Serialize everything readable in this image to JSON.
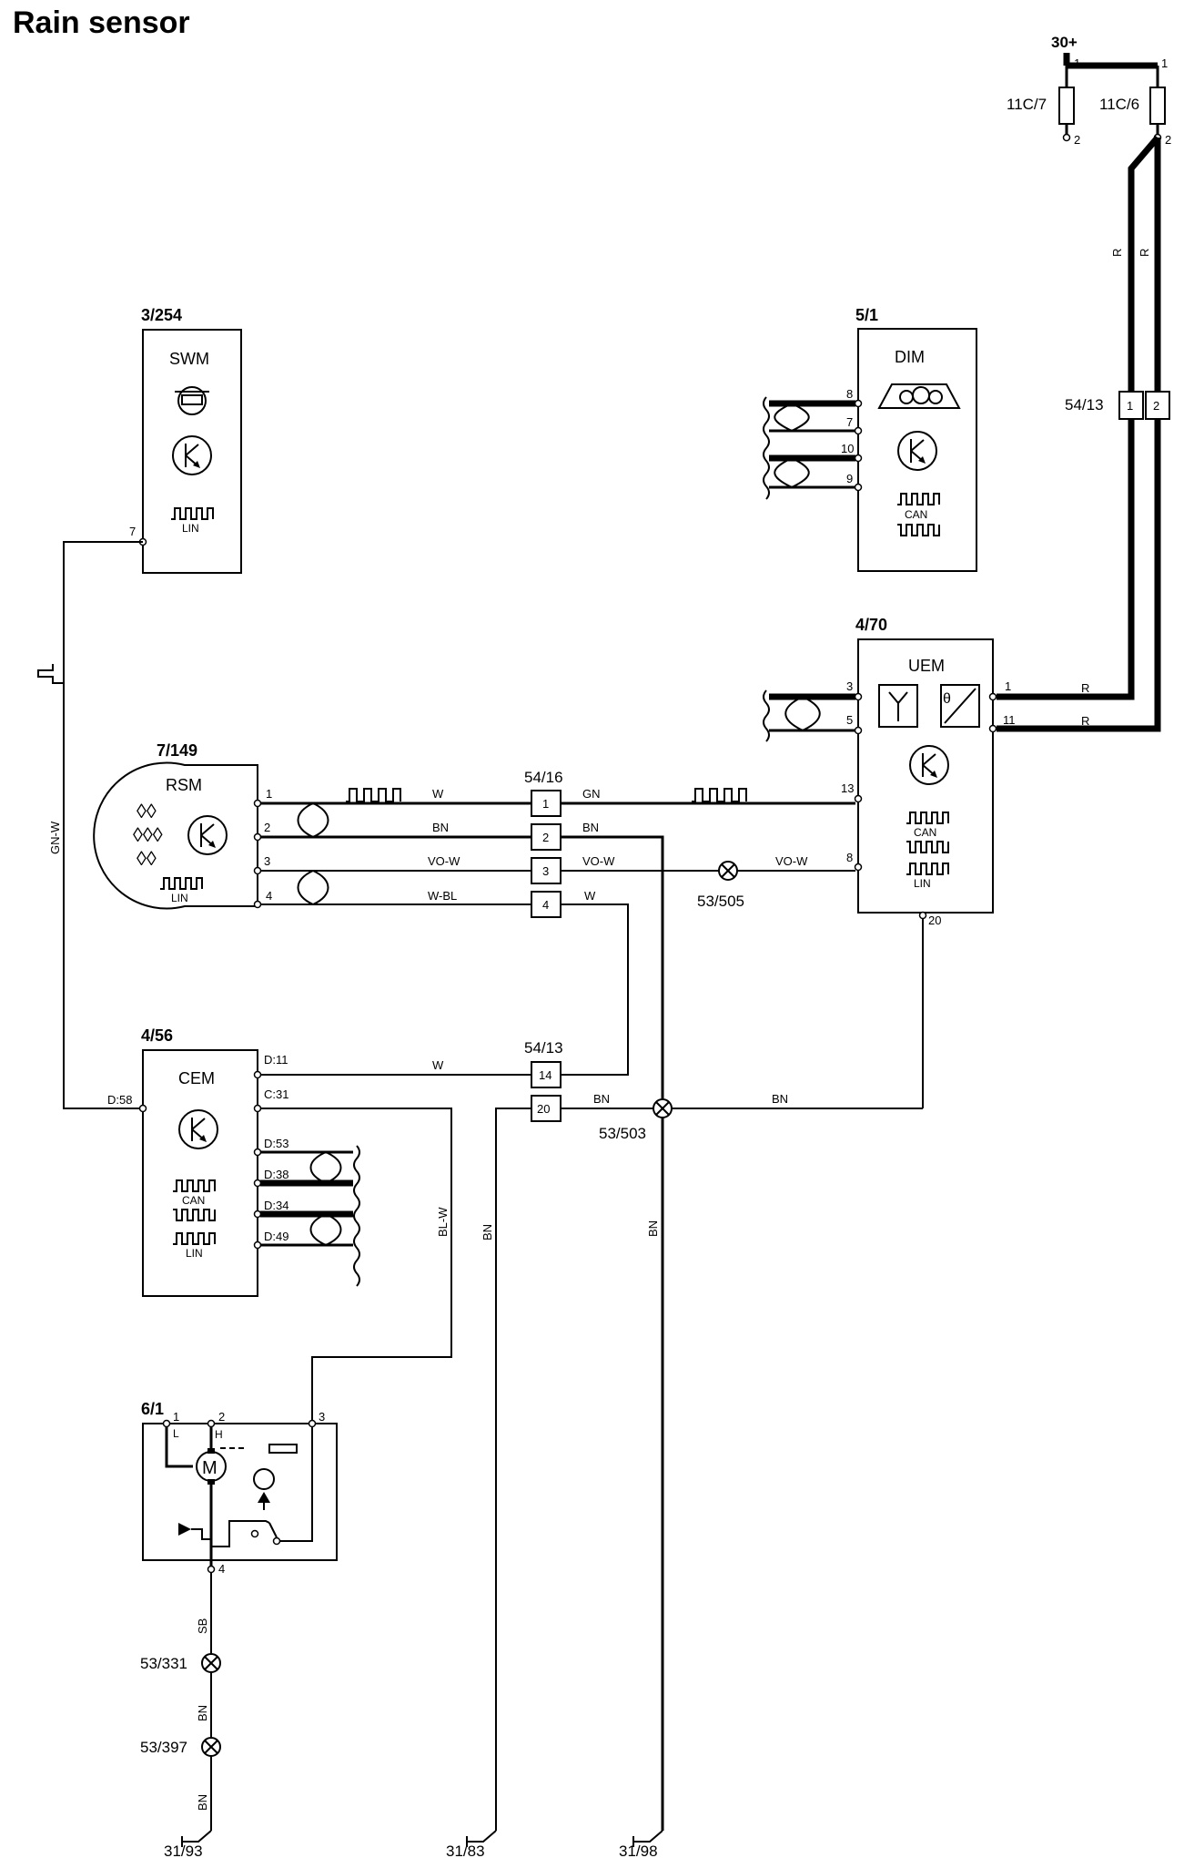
{
  "title": "Rain sensor",
  "power": {
    "label": "30+"
  },
  "fuses": [
    {
      "id": "11C/7",
      "pins": [
        "1",
        "2"
      ]
    },
    {
      "id": "11C/6",
      "pins": [
        "1",
        "2"
      ]
    }
  ],
  "components": {
    "swm": {
      "code": "3/254",
      "name": "SWM",
      "pins": [
        "7"
      ],
      "bus": "LIN"
    },
    "dim": {
      "code": "5/1",
      "name": "DIM",
      "pins": [
        "8",
        "7",
        "10",
        "9"
      ],
      "bus": "CAN"
    },
    "uem": {
      "code": "4/70",
      "name": "UEM",
      "pins": [
        "3",
        "5",
        "1",
        "11",
        "13",
        "8",
        "20"
      ],
      "buses": [
        "CAN",
        "LIN"
      ]
    },
    "rsm": {
      "code": "7/149",
      "name": "RSM",
      "pins": [
        "1",
        "2",
        "3",
        "4"
      ],
      "bus": "LIN"
    },
    "cem": {
      "code": "4/56",
      "name": "CEM",
      "pins": [
        "D:58",
        "D:11",
        "C:31",
        "D:53",
        "D:38",
        "D:34",
        "D:49"
      ],
      "buses": [
        "CAN",
        "LIN"
      ]
    },
    "wiper_motor": {
      "code": "6/1",
      "pins": [
        "1",
        "2",
        "3",
        "4"
      ],
      "motor_symbol": "M",
      "speed_labels": [
        "L",
        "H"
      ]
    }
  },
  "connectors": {
    "c5413_top": {
      "code": "54/13",
      "pins": [
        "1",
        "2"
      ]
    },
    "c5416": {
      "code": "54/16",
      "pins": [
        "1",
        "2",
        "3",
        "4"
      ]
    },
    "c5413_mid": {
      "code": "54/13",
      "pins": [
        "14",
        "20"
      ]
    }
  },
  "splices": [
    "53/505",
    "53/503",
    "53/331",
    "53/397"
  ],
  "grounds": [
    "31/93",
    "31/83",
    "31/98"
  ],
  "wire_colors": {
    "fuse1": "R",
    "fuse2": "R",
    "uem1": "R",
    "uem11": "R",
    "swm_cem": "GN-W",
    "rsm1": "W",
    "rsm2": "BN",
    "rsm3": "VO-W",
    "rsm4": "W-BL",
    "c1_uem": "GN",
    "c2_out": "BN",
    "c3_out": "VO-W",
    "c4_out": "W",
    "splice505_uem": "VO-W",
    "cem_d11": "W",
    "c20_out": "BN",
    "splice503_uem": "BN",
    "cem_c31": "BL-W",
    "gnd83": "BN",
    "gnd98": "BN",
    "motor_sb": "SB",
    "motor_bn1": "BN",
    "motor_bn2": "BN"
  }
}
